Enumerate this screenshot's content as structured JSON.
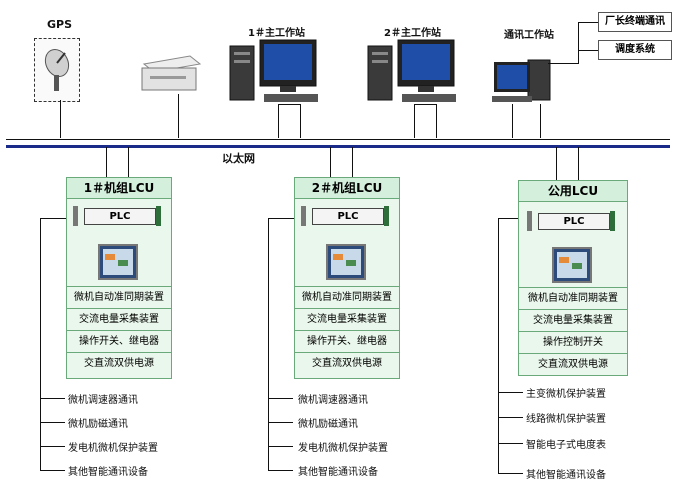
{
  "gps": {
    "label": "GPS"
  },
  "stations": {
    "s1": {
      "label": "1＃主工作站"
    },
    "s2": {
      "label": "2＃主工作站"
    },
    "s3": {
      "label": "通讯工作站"
    }
  },
  "external": {
    "box1": "厂长终端通讯",
    "box2": "调度系统"
  },
  "network": {
    "label": "以太网"
  },
  "lcu1": {
    "title": "1＃机组LCU",
    "plc": "PLC",
    "devices": [
      "微机自动准同期装置",
      "交流电量采集装置",
      "操作开关、继电器",
      "交直流双供电源"
    ],
    "comms": [
      "微机调速器通讯",
      "微机励磁通讯",
      "发电机微机保护装置",
      "其他智能通讯设备"
    ]
  },
  "lcu2": {
    "title": "2＃机组LCU",
    "plc": "PLC",
    "devices": [
      "微机自动准同期装置",
      "交流电量采集装置",
      "操作开关、继电器",
      "交直流双供电源"
    ],
    "comms": [
      "微机调速器通讯",
      "微机励磁通讯",
      "发电机微机保护装置",
      "其他智能通讯设备"
    ]
  },
  "lcu3": {
    "title": "公用LCU",
    "plc": "PLC",
    "devices": [
      "微机自动准同期装置",
      "交流电量采集装置",
      "操作控制开关",
      "交直流双供电源"
    ],
    "comms": [
      "主变微机保护装置",
      "线路微机保护装置",
      "智能电子式电度表",
      "其他智能通讯设备"
    ]
  }
}
